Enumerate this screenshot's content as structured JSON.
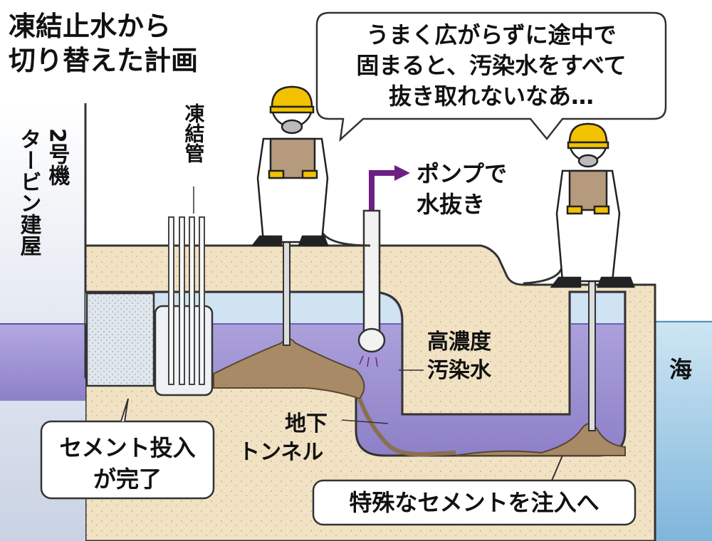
{
  "title": [
    "凍結止水から",
    "切り替えた計画"
  ],
  "speech_bubble": [
    "うまく広がらずに途中で",
    "固まると、汚染水をすべて",
    "抜き取れないなあ…"
  ],
  "building_label": [
    "2号機",
    "タービン建屋"
  ],
  "freeze_pipe_label": "凍結管",
  "pump_label": [
    "ポンプで",
    "水抜き"
  ],
  "water_label": [
    "高濃度",
    "汚染水"
  ],
  "tunnel_label": [
    "地下",
    "トンネル"
  ],
  "sea_label": "海",
  "cement_done_label": [
    "セメント投入",
    "が完了"
  ],
  "special_cement_label": "特殊なセメントを注入へ",
  "colors": {
    "sand": "#f2e2c4",
    "water": "#a59ad6",
    "cement": "#a88a67",
    "sea": "#bcdcef",
    "building": "#dde3ee",
    "arrow": "#6d1f84"
  }
}
